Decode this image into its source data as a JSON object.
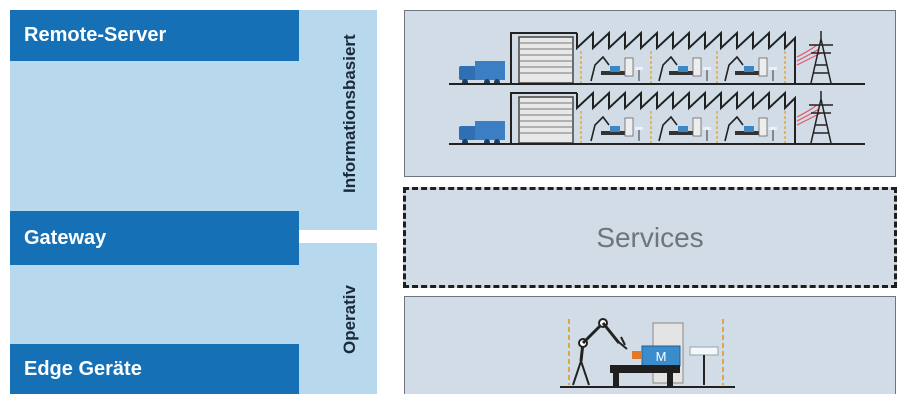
{
  "tiers": {
    "remote_server": "Remote-Server",
    "gateway": "Gateway",
    "edge": "Edge Geräte"
  },
  "layers": {
    "informational": "Informationsbasiert",
    "operative": "Operativ"
  },
  "panels": {
    "services": "Services",
    "machine_label": "M"
  },
  "colors": {
    "tier_blue": "#1670b6",
    "layer_light_blue": "#b8d8ee",
    "panel_gray": "#d2dce6"
  }
}
